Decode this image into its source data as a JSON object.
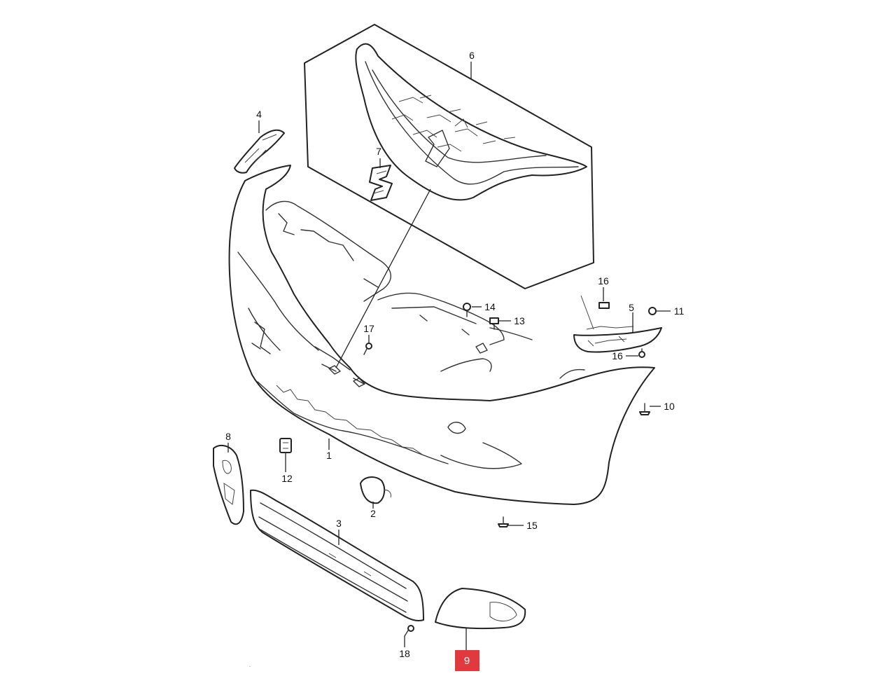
{
  "colors": {
    "line": "#222222",
    "highlight": "#e03a3e",
    "background": "#ffffff"
  },
  "callouts": {
    "c1": "1",
    "c2": "2",
    "c3": "3",
    "c4": "4",
    "c5": "5",
    "c6": "6",
    "c7": "7",
    "c8": "8",
    "c9": "9",
    "c10": "10",
    "c11": "11",
    "c12": "12",
    "c13": "13",
    "c14": "14",
    "c15": "15",
    "c16a": "16",
    "c16b": "16",
    "c17": "17",
    "c18": "18"
  },
  "highlighted_callout": "9"
}
